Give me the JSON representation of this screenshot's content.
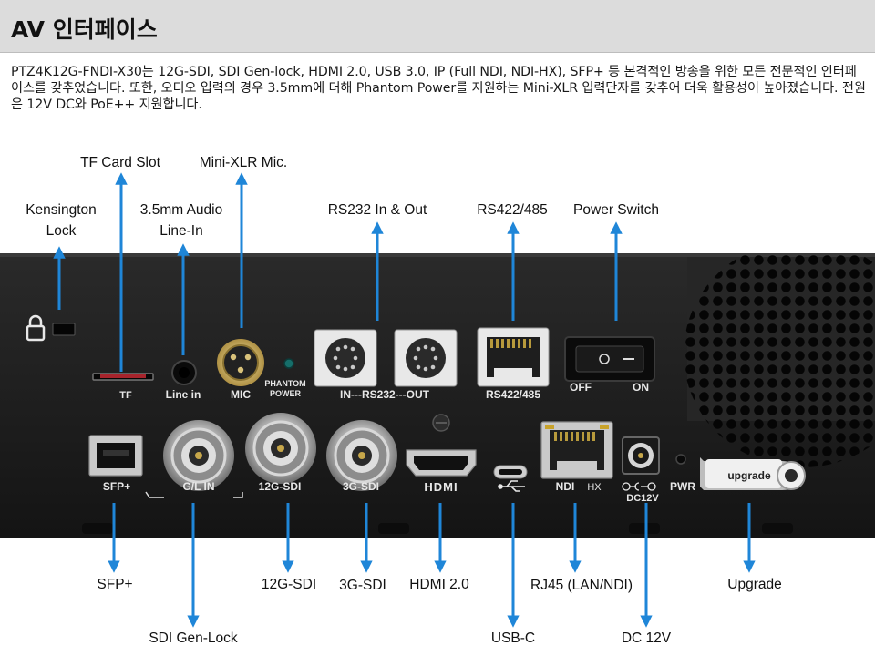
{
  "header": {
    "title": "AV 인터페이스"
  },
  "description": "PTZ4K12G-FNDI-X30는 12G-SDI, SDI Gen-lock, HDMI 2.0, USB 3.0, IP (Full NDI, NDI-HX), SFP+ 등 본격적인 방송을 위한 모든 전문적인 인터페이스를 갖추었습니다. 또한, 오디오 입력의 경우 3.5mm에 더해 Phantom Power를 지원하는 Mini-XLR 입력단자를 갖추어 더욱 활용성이 높아졌습니다. 전원은 12V DC와 PoE++ 지원합니다.",
  "callouts": {
    "kensington": [
      "Kensington",
      "Lock"
    ],
    "tf_card": "TF Card Slot",
    "audio_line_in": [
      "3.5mm Audio",
      "Line-In"
    ],
    "mini_xlr": "Mini-XLR Mic.",
    "rs232": "RS232 In & Out",
    "rs422": "RS422/485",
    "power_switch": "Power Switch",
    "sfp": "SFP+",
    "sdi_genlock": "SDI Gen-Lock",
    "sdi_12g": "12G-SDI",
    "sdi_3g": "3G-SDI",
    "hdmi": "HDMI 2.0",
    "usb_c": "USB-C",
    "rj45": "RJ45 (LAN/NDI)",
    "dc12v": "DC 12V",
    "upgrade": "Upgrade"
  },
  "panel_labels": {
    "tf": "TF",
    "line_in": "Line in",
    "mic": "MIC",
    "phantom": [
      "PHANTOM",
      "POWER"
    ],
    "rs232": "IN---RS232---OUT",
    "rs422": "RS422/485",
    "off": "OFF",
    "on": "ON",
    "sfp": "SFP+",
    "gl_in": "G/L IN",
    "sdi12g": "12G-SDI",
    "sdi3g": "3G-SDI",
    "hdmi": "HDMI",
    "ndi": "NDI",
    "hx": "HX",
    "dc12v": "DC12V",
    "pwr": "PWR",
    "upgrade": "upgrade"
  },
  "colors": {
    "arrow": "#1f86d8",
    "panel": "#1c1c1c",
    "header_bg": "#dcdcdc"
  }
}
